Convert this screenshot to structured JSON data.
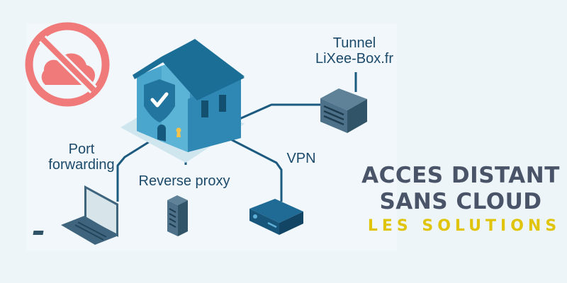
{
  "diagram": {
    "center_node": {
      "name": "home",
      "icon": "secure-house-icon"
    },
    "no_cloud_icon": "no-cloud-icon",
    "nodes": [
      {
        "id": "tunnel",
        "label_lines": [
          "Tunnel",
          "LiXee-Box.fr"
        ],
        "icon": "server-box-icon"
      },
      {
        "id": "port-forwarding",
        "label_lines": [
          "Port",
          "forwarding"
        ],
        "icon": "laptop-icon"
      },
      {
        "id": "reverse-proxy",
        "label_lines": [
          "Reverse proxy"
        ],
        "icon": "server-tower-icon"
      },
      {
        "id": "vpn",
        "label_lines": [
          "VPN"
        ],
        "icon": "router-icon"
      }
    ]
  },
  "title": {
    "line1": "ACCES DISTANT",
    "line2": "SANS CLOUD",
    "subtitle": "LES SOLUTIONS"
  },
  "colors": {
    "background": "#eef5f9",
    "house_wall": "#3c8fba",
    "house_roof": "#1b6e96",
    "no_cloud": "#f07a7a",
    "title": "#4a5468",
    "subtitle": "#e0c40a",
    "connector": "#1c5a80",
    "device": "#3f657e"
  }
}
